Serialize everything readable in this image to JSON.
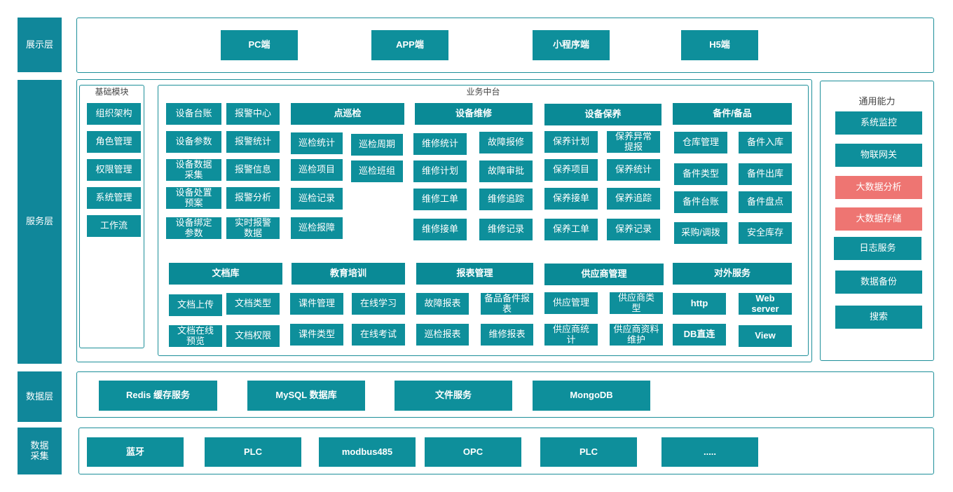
{
  "layers": {
    "display": "展示层",
    "service": "服务层",
    "data": "数据层",
    "collect": "数据采集"
  },
  "display": [
    "PC端",
    "APP端",
    "小程序端",
    "H5端"
  ],
  "basic": {
    "title": "基础模块",
    "items": [
      "组织架构",
      "角色管理",
      "权限管理",
      "系统管理",
      "工作流"
    ]
  },
  "business": {
    "title": "业务中台",
    "device_ledger": [
      "设备台账",
      "设备参数",
      "设备数据采集",
      "设备处置预案",
      "设备绑定参数"
    ],
    "alarm": [
      "报警中心",
      "报警统计",
      "报警信息",
      "报警分析",
      "实时报警数据"
    ],
    "inspection": {
      "title": "点巡检",
      "items": [
        "巡检统计",
        "巡检周期",
        "巡检项目",
        "巡检班组",
        "巡检记录",
        "巡检报障"
      ]
    },
    "maintenance": {
      "title": "设备维修",
      "items": [
        "维修统计",
        "故障报修",
        "维修计划",
        "故障审批",
        "维修工单",
        "维修追踪",
        "维修接单",
        "维修记录"
      ]
    },
    "upkeep": {
      "title": "设备保养",
      "items": [
        "保养计划",
        "保养异常提报",
        "保养项目",
        "保养统计",
        "保养接单",
        "保养追踪",
        "保养工单",
        "保养记录"
      ]
    },
    "spare": {
      "title": "备件/备品",
      "items": [
        "仓库管理",
        "备件入库",
        "备件类型",
        "备件出库",
        "备件台账",
        "备件盘点",
        "采购/调拨",
        "安全库存"
      ]
    },
    "docs": {
      "title": "文档库",
      "items": [
        "文档上传",
        "文档类型",
        "文档在线预览",
        "文档权限"
      ]
    },
    "training": {
      "title": "教育培训",
      "items": [
        "课件管理",
        "在线学习",
        "课件类型",
        "在线考试"
      ]
    },
    "reports": {
      "title": "报表管理",
      "items": [
        "故障报表",
        "备品备件报表",
        "巡检报表",
        "维修报表"
      ]
    },
    "supplier": {
      "title": "供应商管理",
      "items": [
        "供应管理",
        "供应商类型",
        "供应商统计",
        "供应商资料维护"
      ]
    },
    "external": {
      "title": "对外服务",
      "items": [
        "http",
        "Web server",
        "DB直连",
        "View"
      ]
    }
  },
  "common": {
    "title": "通用能力",
    "items": [
      "系统监控",
      "物联网关",
      "大数据分析",
      "大数据存储",
      "日志服务",
      "数据备份",
      "搜索"
    ]
  },
  "data_layer": [
    "Redis 缓存服务",
    "MySQL 数据库",
    "文件服务",
    "MongoDB"
  ],
  "collect": [
    "蓝牙",
    "PLC",
    "modbus485",
    "OPC",
    "PLC",
    "....."
  ],
  "colors": {
    "teal": "#0e8f9b",
    "red": "#ee7572",
    "border": "#1d8f99"
  }
}
